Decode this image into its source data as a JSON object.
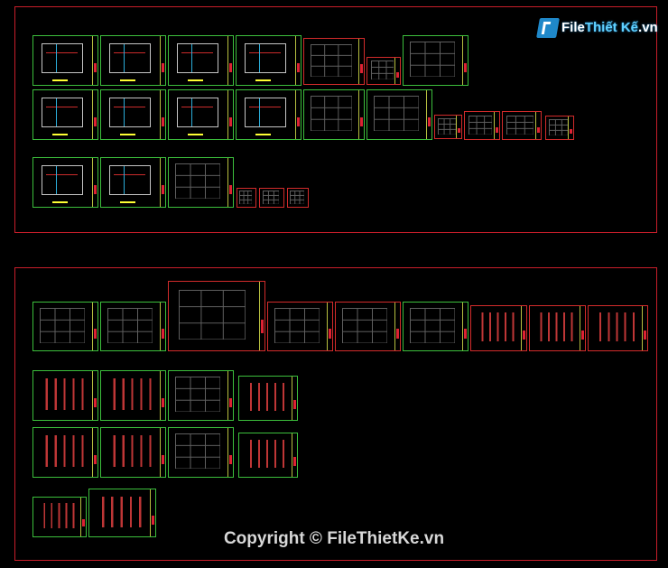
{
  "watermark": {
    "logo_icon": "filethietke-logo-icon",
    "logo_text_part1": "File",
    "logo_text_part2": "Thiết Kế",
    "logo_text_part3": ".vn"
  },
  "footer": {
    "copyright_text": "Copyright © FileThietKe.vn"
  },
  "colors": {
    "background": "#000000",
    "frame_border": "#c81e2a",
    "sheet_border": "#3cbf3c",
    "logo_blue": "#1f88c9"
  }
}
